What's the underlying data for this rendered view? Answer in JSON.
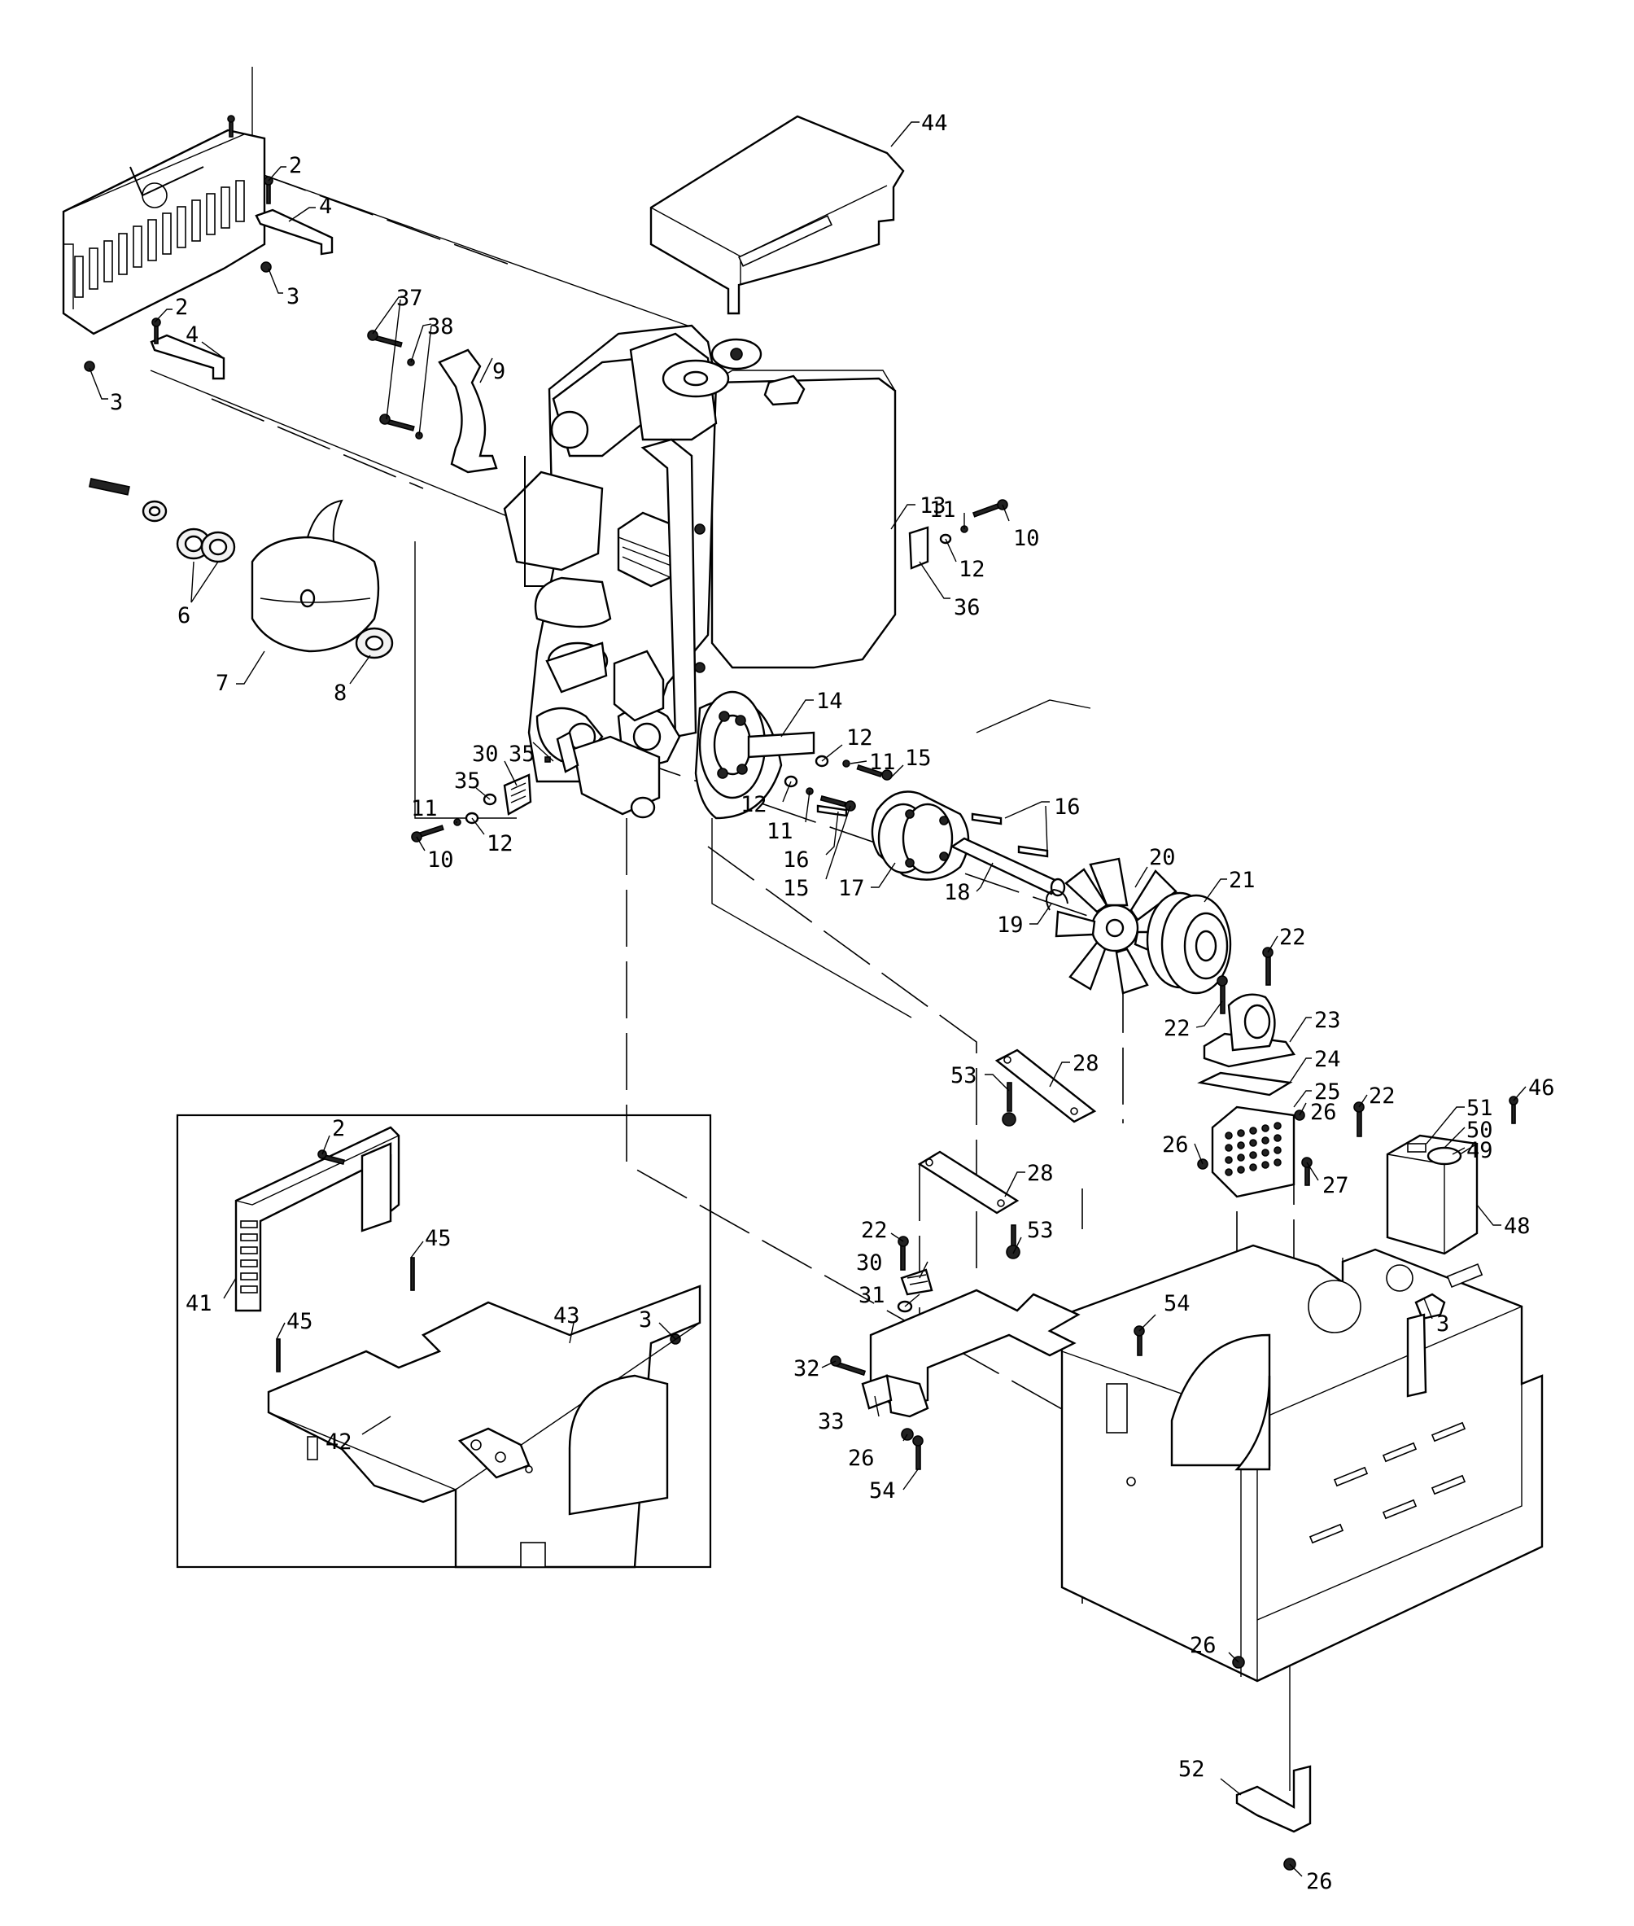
{
  "callouts": [
    {
      "id": "c44",
      "text": "44"
    },
    {
      "id": "c2a",
      "text": "2"
    },
    {
      "id": "c4a",
      "text": "4"
    },
    {
      "id": "c3a",
      "text": "3"
    },
    {
      "id": "c2b",
      "text": "2"
    },
    {
      "id": "c4b",
      "text": "4"
    },
    {
      "id": "c3b",
      "text": "3"
    },
    {
      "id": "c37",
      "text": "37"
    },
    {
      "id": "c38",
      "text": "38"
    },
    {
      "id": "c9",
      "text": "9"
    },
    {
      "id": "c13",
      "text": "13"
    },
    {
      "id": "c11a",
      "text": "11"
    },
    {
      "id": "c10a",
      "text": "10"
    },
    {
      "id": "c12a",
      "text": "12"
    },
    {
      "id": "c36",
      "text": "36"
    },
    {
      "id": "c6",
      "text": "6"
    },
    {
      "id": "c7",
      "text": "7"
    },
    {
      "id": "c8",
      "text": "8"
    },
    {
      "id": "c14",
      "text": "14"
    },
    {
      "id": "c12b",
      "text": "12"
    },
    {
      "id": "c11b",
      "text": "11"
    },
    {
      "id": "c15a",
      "text": "15"
    },
    {
      "id": "c35a",
      "text": "35"
    },
    {
      "id": "c30a",
      "text": "30"
    },
    {
      "id": "c35b",
      "text": "35"
    },
    {
      "id": "c11c",
      "text": "11"
    },
    {
      "id": "c12c",
      "text": "12"
    },
    {
      "id": "c10b",
      "text": "10"
    },
    {
      "id": "c12d",
      "text": "12"
    },
    {
      "id": "c11d",
      "text": "11"
    },
    {
      "id": "c16a",
      "text": "16"
    },
    {
      "id": "c15b",
      "text": "15"
    },
    {
      "id": "c16b",
      "text": "16"
    },
    {
      "id": "c17",
      "text": "17"
    },
    {
      "id": "c18",
      "text": "18"
    },
    {
      "id": "c19",
      "text": "19"
    },
    {
      "id": "c20",
      "text": "20"
    },
    {
      "id": "c21",
      "text": "21"
    },
    {
      "id": "c22a",
      "text": "22"
    },
    {
      "id": "c23",
      "text": "23"
    },
    {
      "id": "c22b",
      "text": "22"
    },
    {
      "id": "c24",
      "text": "24"
    },
    {
      "id": "c25",
      "text": "25"
    },
    {
      "id": "c26a",
      "text": "26"
    },
    {
      "id": "c26b",
      "text": "26"
    },
    {
      "id": "c27",
      "text": "27"
    },
    {
      "id": "c22c",
      "text": "22"
    },
    {
      "id": "c51",
      "text": "51"
    },
    {
      "id": "c50",
      "text": "50"
    },
    {
      "id": "c49",
      "text": "49"
    },
    {
      "id": "c46",
      "text": "46"
    },
    {
      "id": "c48",
      "text": "48"
    },
    {
      "id": "c28a",
      "text": "28"
    },
    {
      "id": "c53a",
      "text": "53"
    },
    {
      "id": "c28b",
      "text": "28"
    },
    {
      "id": "c53b",
      "text": "53"
    },
    {
      "id": "c22d",
      "text": "22"
    },
    {
      "id": "c30b",
      "text": "30"
    },
    {
      "id": "c31",
      "text": "31"
    },
    {
      "id": "c32",
      "text": "32"
    },
    {
      "id": "c33",
      "text": "33"
    },
    {
      "id": "c26c",
      "text": "26"
    },
    {
      "id": "c54a",
      "text": "54"
    },
    {
      "id": "c54b",
      "text": "54"
    },
    {
      "id": "c3c",
      "text": "3"
    },
    {
      "id": "c26d",
      "text": "26"
    },
    {
      "id": "c52",
      "text": "52"
    },
    {
      "id": "c26e",
      "text": "26"
    },
    {
      "id": "c2c",
      "text": "2"
    },
    {
      "id": "c45a",
      "text": "45"
    },
    {
      "id": "c41",
      "text": "41"
    },
    {
      "id": "c45b",
      "text": "45"
    },
    {
      "id": "c3d",
      "text": "3"
    },
    {
      "id": "c43",
      "text": "43"
    },
    {
      "id": "c42",
      "text": "42"
    }
  ]
}
